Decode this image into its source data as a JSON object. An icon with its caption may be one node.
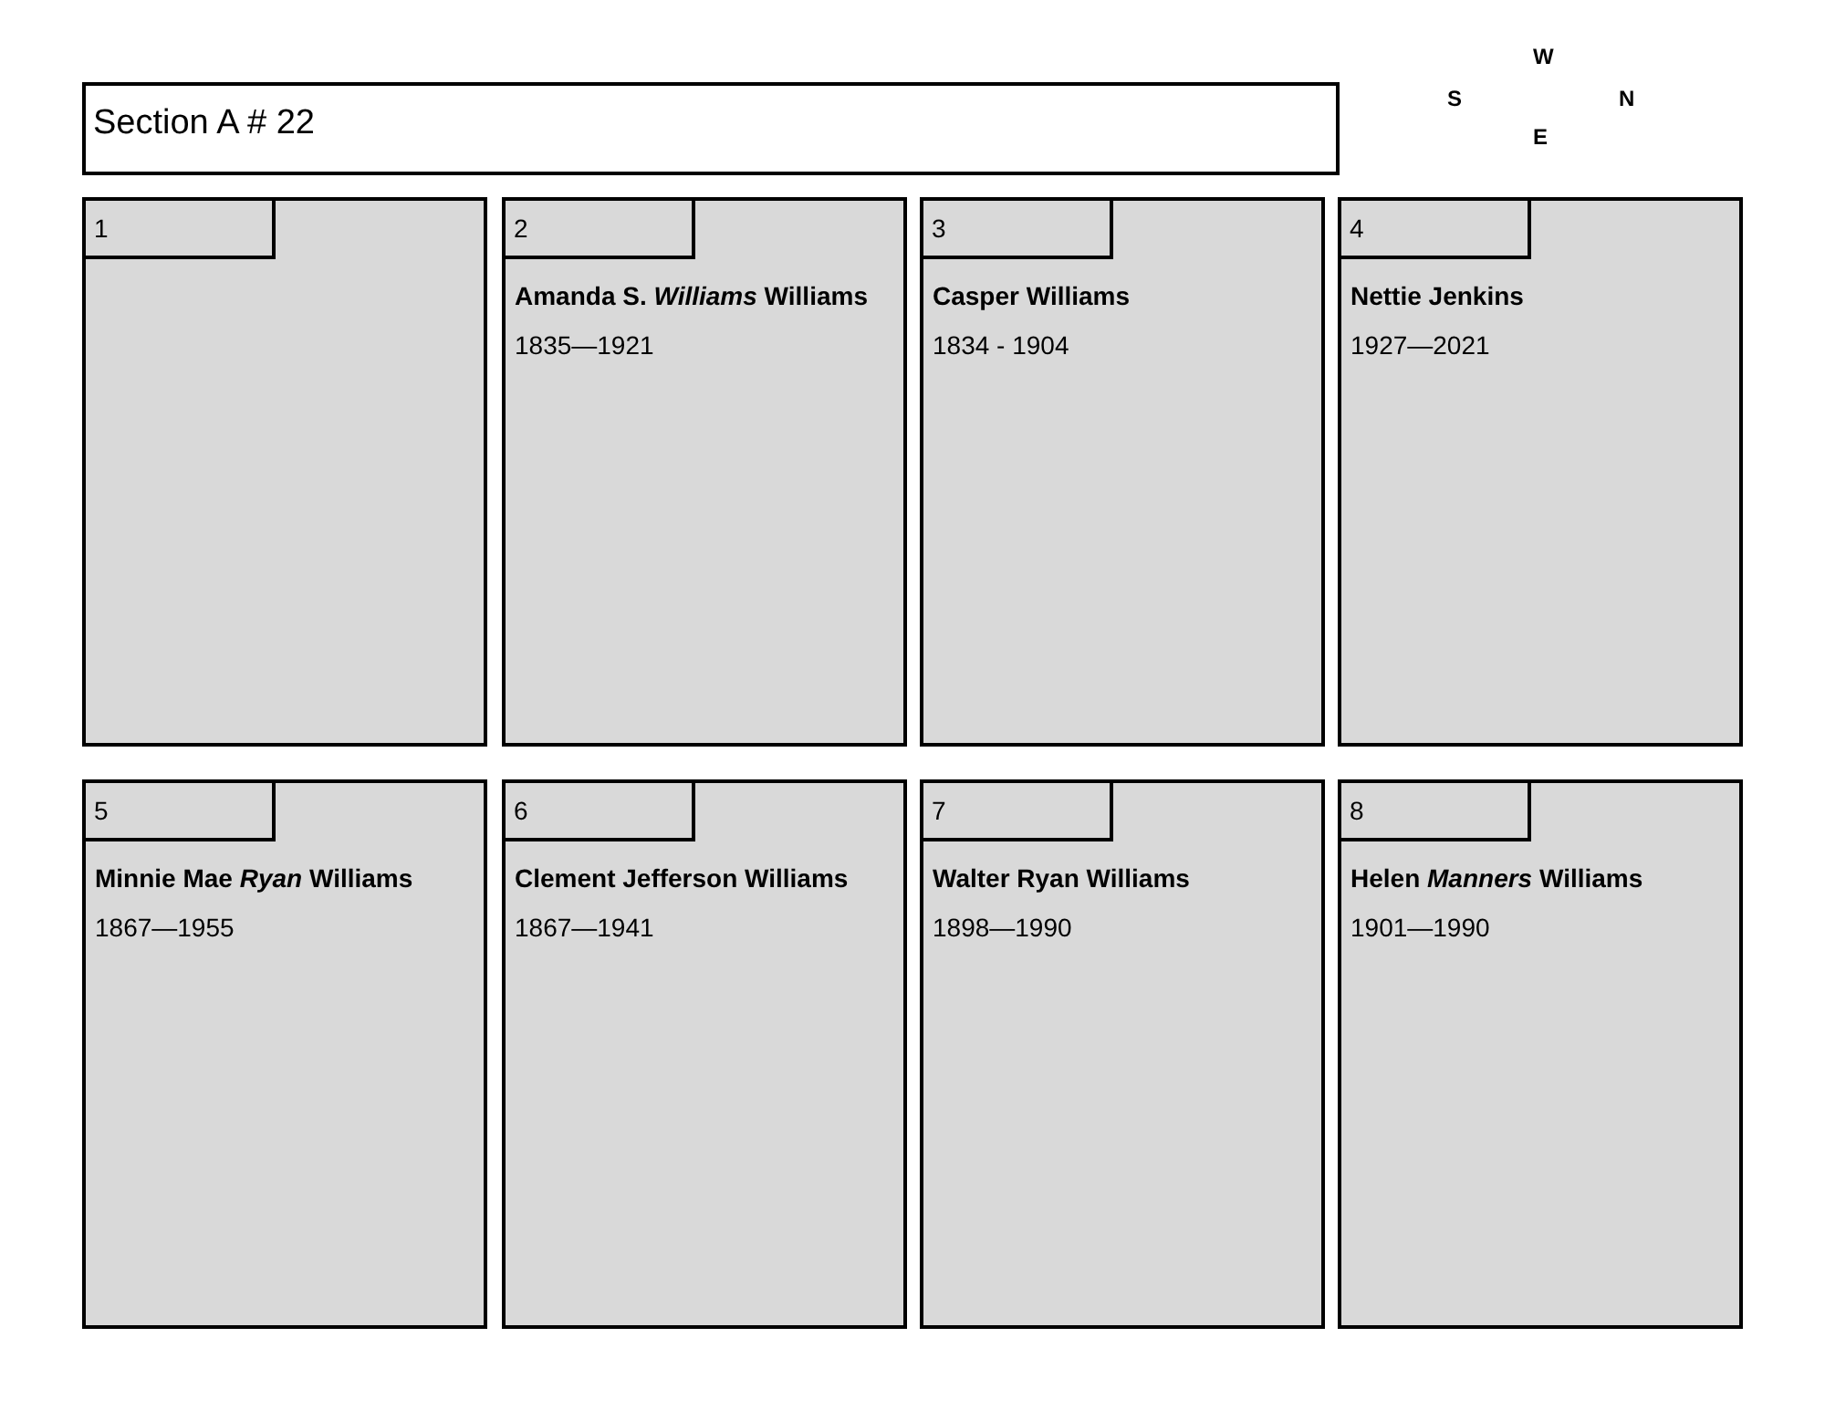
{
  "diagram": {
    "nodes": [
      {
        "text": [
          "Section A # 22"
        ]
      },
      {
        "text": [],
        "shape": "box"
      },
      {
        "text": [
          "1"
        ],
        "in": 1
      },
      {
        "text": [
          "Amanda S. *Williams* Williams",
          "1835—1921"
        ]
      },
      {
        "text": [
          "2"
        ],
        "in": 3
      },
      {
        "text": [
          "Casper Williams",
          "1834 - 1904"
        ]
      },
      {
        "text": [
          "3"
        ],
        "in": 5
      },
      {
        "text": [
          "Nettie Jenkins",
          "1927—2021"
        ]
      },
      {
        "text": [
          "4"
        ],
        "in": 7
      },
      {
        "text": [
          "Minnie Mae *Ryan* Williams",
          "1867—1955"
        ]
      },
      {
        "text": [
          "5"
        ],
        "in": 9
      },
      {
        "text": [
          "Clement Jefferson Williams",
          "1867—1941"
        ]
      },
      {
        "text": [
          "6"
        ],
        "in": 11
      },
      {
        "text": [
          "Walter Ryan Williams",
          "1898—1990"
        ]
      },
      {
        "text": [
          "7"
        ],
        "in": 13
      },
      {
        "text": [
          "Helen *Manners* Williams",
          "1901—1990"
        ]
      },
      {
        "text": [
          "8"
        ],
        "in": 15
      }
    ],
    "edges": [],
    "labels": [
      "W",
      "S",
      "N",
      "E"
    ]
  }
}
